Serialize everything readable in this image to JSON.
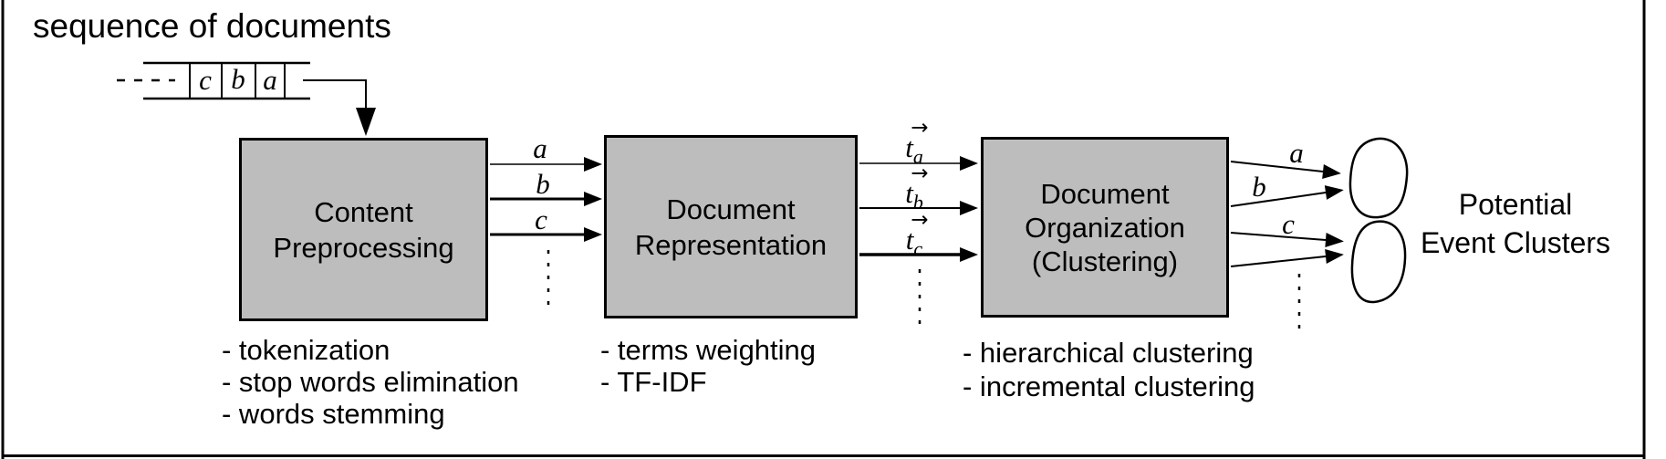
{
  "title": "sequence of documents",
  "colors": {
    "box_fill": "#bdbdbd",
    "line": "#000000",
    "background": "#ffffff"
  },
  "tape": {
    "cells": [
      "c",
      "b",
      "a"
    ]
  },
  "vector_arrow": "→",
  "stage1_labels": [
    "a",
    "b",
    "c"
  ],
  "stage2_labels": [
    {
      "base": "t",
      "sub": "a"
    },
    {
      "base": "t",
      "sub": "b"
    },
    {
      "base": "t",
      "sub": "c"
    }
  ],
  "stage3_labels": [
    "a",
    "b",
    "c"
  ],
  "boxes": [
    {
      "lines": [
        "Content",
        "Preprocessing"
      ],
      "notes": [
        "- tokenization",
        "- stop words elimination",
        "- words stemming"
      ]
    },
    {
      "lines": [
        "Document",
        "Representation"
      ],
      "notes": [
        "- terms weighting",
        "- TF-IDF"
      ]
    },
    {
      "lines": [
        "Document",
        "Organization",
        "(Clustering)"
      ],
      "notes": [
        "- hierarchical clustering",
        "- incremental clustering"
      ]
    }
  ],
  "output_label": {
    "lines": [
      "Potential",
      "Event Clusters"
    ]
  }
}
